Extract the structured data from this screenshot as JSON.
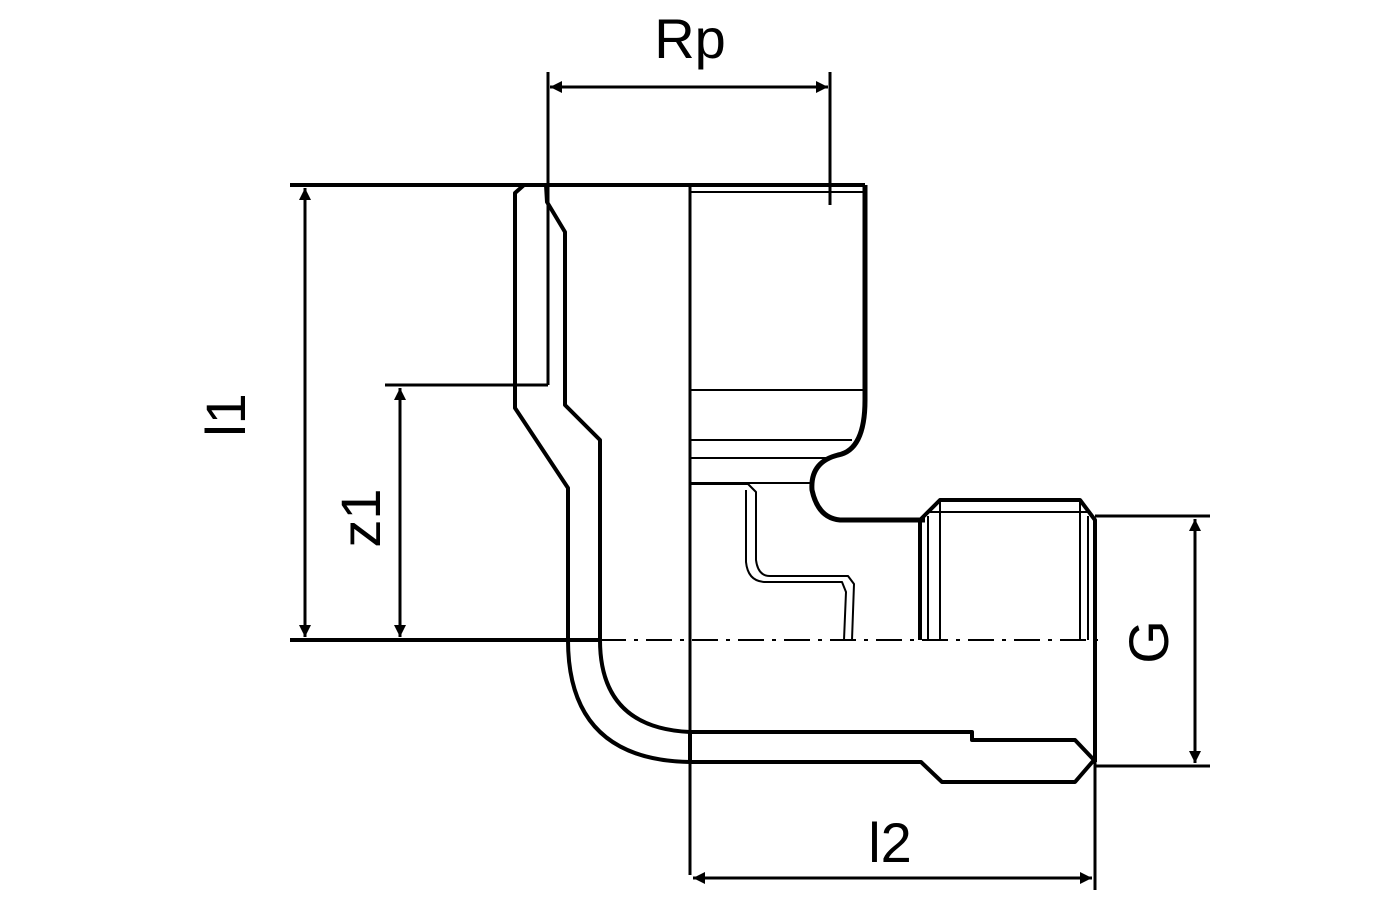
{
  "diagram": {
    "labels": {
      "rp": "Rp",
      "l1": "l1",
      "z1": "z1",
      "g": "G",
      "l2": "l2"
    },
    "colors": {
      "line": "#000000",
      "background": "#ffffff"
    }
  }
}
